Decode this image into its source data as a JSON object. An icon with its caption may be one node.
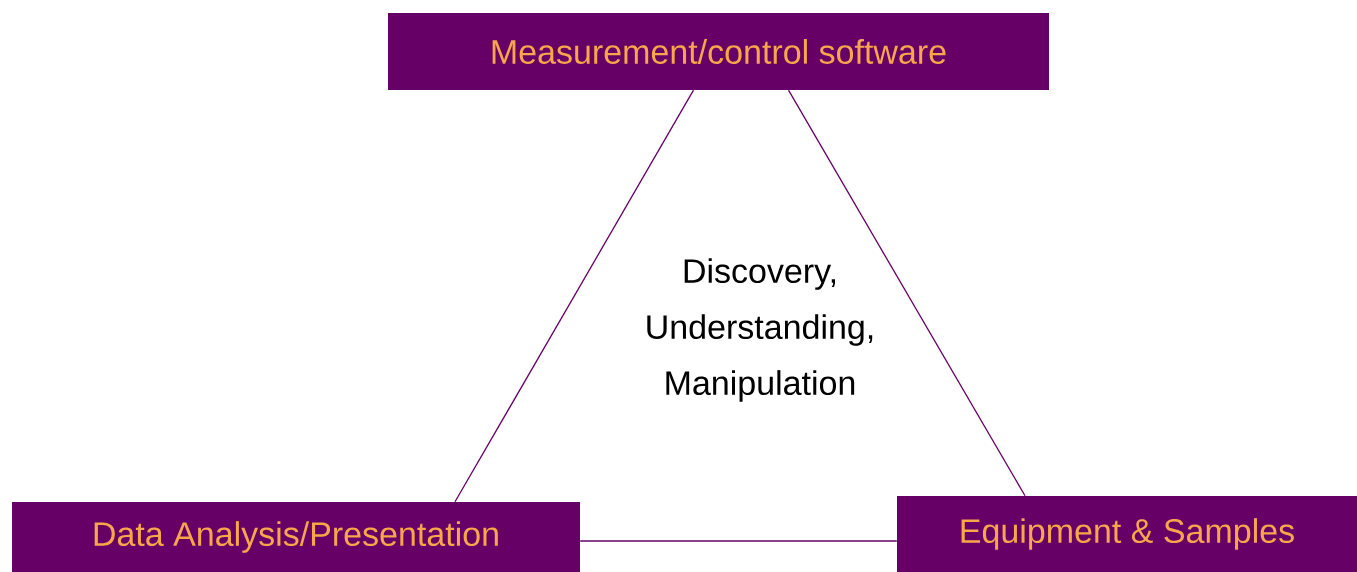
{
  "diagram": {
    "nodes": [
      {
        "text": [
          "Measurement/control software"
        ]
      },
      {
        "text": [
          "Data Analysis/Presentation"
        ]
      },
      {
        "text": [
          "Equipment & Samples"
        ]
      }
    ],
    "edges": [
      {
        "from": 0,
        "to": 1,
        "arrow": "none"
      },
      {
        "from": 0,
        "to": 2,
        "arrow": "none"
      },
      {
        "from": 1,
        "to": 2,
        "arrow": "none"
      }
    ],
    "labels": [
      "Discovery, Understanding, Manipulation"
    ]
  }
}
